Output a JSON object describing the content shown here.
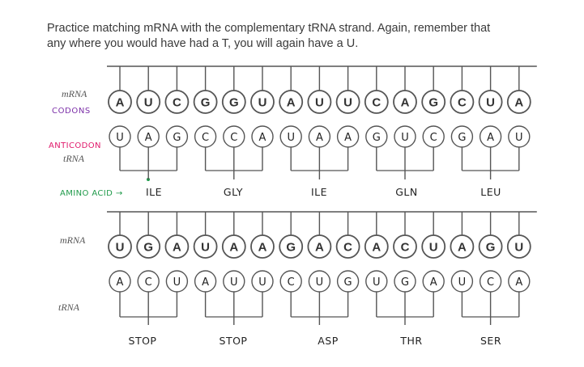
{
  "instructions": {
    "line1": "Practice matching mRNA with the complementary tRNA strand. Again, remember that",
    "line2": "any where you would have had a T, you will again have a U."
  },
  "colors": {
    "codons_label": "#7b2fa8",
    "anticodon_label": "#e0196b",
    "amino_acid_label": "#1f9a4a",
    "ink": "#222222"
  },
  "labels": {
    "mrna": "mRNA",
    "codons": "CODONS",
    "anticodon": "ANTICODON",
    "trna": "tRNA",
    "amino_acid": "AMINO ACID →"
  },
  "panels": [
    {
      "mrna": [
        "A",
        "U",
        "C",
        "G",
        "G",
        "U",
        "A",
        "U",
        "U",
        "C",
        "A",
        "G",
        "C",
        "U",
        "A"
      ],
      "trna": [
        "U",
        "A",
        "G",
        "C",
        "C",
        "A",
        "U",
        "A",
        "A",
        "G",
        "U",
        "C",
        "G",
        "A",
        "U"
      ],
      "amino_acids": [
        "ILE",
        "GLY",
        "ILE",
        "GLN",
        "LEU"
      ]
    },
    {
      "mrna": [
        "U",
        "G",
        "A",
        "U",
        "A",
        "A",
        "G",
        "A",
        "C",
        "A",
        "C",
        "U",
        "A",
        "G",
        "U"
      ],
      "trna": [
        "A",
        "C",
        "U",
        "A",
        "U",
        "U",
        "C",
        "U",
        "G",
        "U",
        "G",
        "A",
        "U",
        "C",
        "A"
      ],
      "amino_acids": [
        "STOP",
        "STOP",
        "ASP",
        "THR",
        "SER"
      ]
    }
  ]
}
